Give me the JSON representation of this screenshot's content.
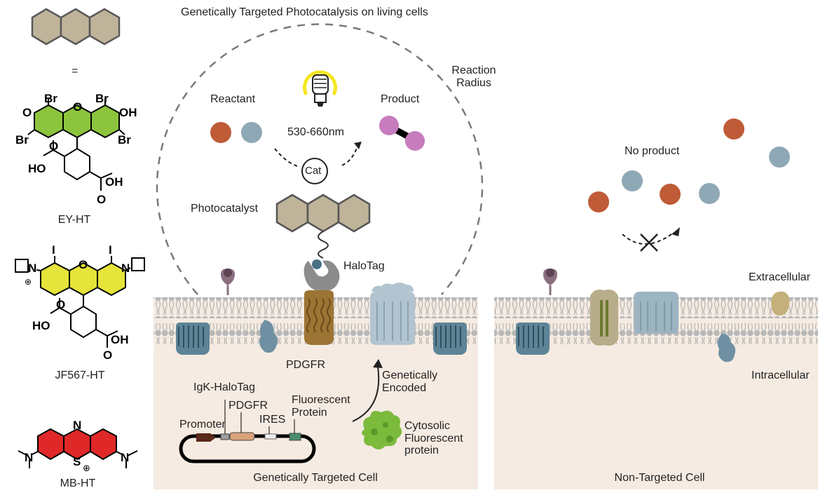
{
  "title": "Genetically Targeted Photocatalysis on living cells",
  "left_panel": {
    "equals": "=",
    "eosin": {
      "name": "EY-HT",
      "atoms": {
        "o_left": "O",
        "br1": "Br",
        "o_bridge": "O",
        "br2": "Br",
        "oh": "OH",
        "br3": "Br",
        "br4": "Br",
        "cooh": "HO",
        "o_carbonyl": "O",
        "oh2": "OH",
        "o2": "O"
      }
    },
    "jf567": {
      "name": "JF567-HT",
      "atoms": {
        "n_left": "N",
        "i1": "I",
        "o_bridge": "O",
        "i2": "I",
        "n_right": "N",
        "plus": "⊕",
        "ho": "HO",
        "o1": "O",
        "oh": "OH",
        "o2": "O"
      }
    },
    "mb": {
      "name": "MB-HT",
      "atoms": {
        "n_top": "N",
        "n_left": "N",
        "s": "S",
        "plus": "⊕",
        "n_right": "N"
      }
    }
  },
  "targeted": {
    "reaction_radius": "Reaction\nRadius",
    "reactant": "Reactant",
    "product": "Product",
    "wavelength": "530-660nm",
    "cat": "Cat",
    "photocatalyst": "Photocatalyst",
    "halotag": "HaloTag",
    "pdgfr": "PDGFR",
    "genetically_encoded": "Genetically\nEncoded",
    "plasmid": {
      "igk": "IgK-HaloTag",
      "pdgfr": "PDGFR",
      "fluorescent": "Fluorescent\nProtein",
      "promoter": "Promoter",
      "ires": "IRES"
    },
    "cytosolic": "Cytosolic\nFluorescent\nprotein",
    "caption": "Genetically Targeted Cell"
  },
  "nontargeted": {
    "no_product": "No product",
    "extracellular": "Extracellular",
    "intracellular": "Intracellular",
    "caption": "Non-Targeted Cell"
  },
  "colors": {
    "cell_bg": "#f5ebe2",
    "catalyst_fill": "#bfb49a",
    "reactant_orange": "#bf5b37",
    "reactant_blue": "#8fa8b6",
    "product_pink": "#c67cbd",
    "eosin_green": "#8cc43e",
    "jf_yellow": "#e4e43a",
    "mb_red": "#e02828",
    "membrane_gray": "#b3b3b3",
    "halotag_gray": "#8c8c8c",
    "pdgfr_brown": "#9c7434",
    "protein_teal": "#4a6f83",
    "light_bulb": "#f4e623"
  }
}
